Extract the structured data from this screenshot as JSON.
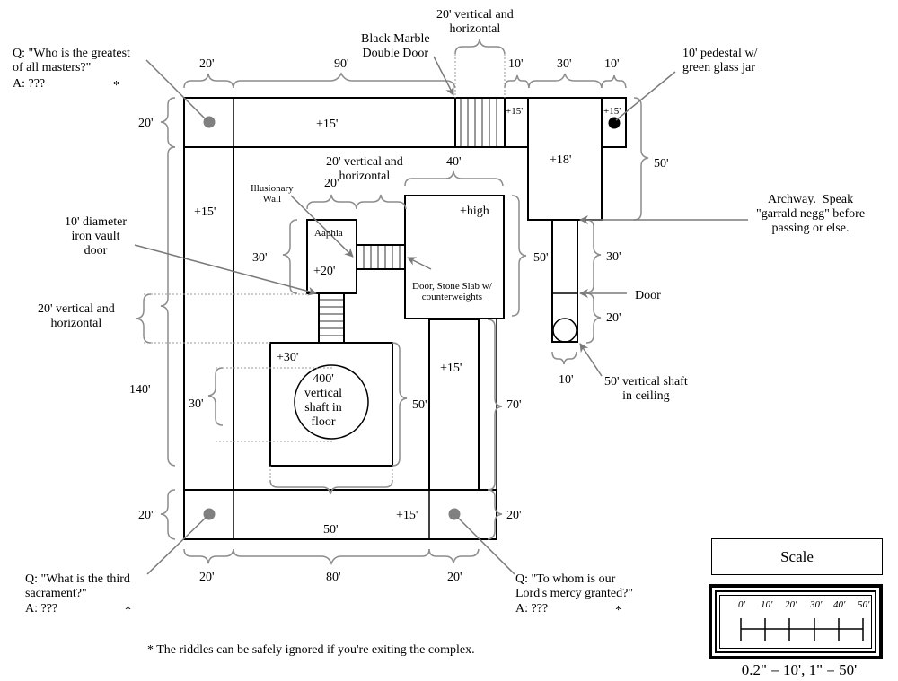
{
  "map": {
    "title": "Dungeon complex floor plan",
    "riddles": [
      {
        "question": "Q: \"Who is the greatest\nof all masters?\"",
        "answer": "A: ???",
        "mark": "*"
      },
      {
        "question": "Q: \"What is the third\nsacrament?\"",
        "answer": "A: ???",
        "mark": "*"
      },
      {
        "question": "Q: \"To whom is our\nLord's mercy granted?\"",
        "answer": "A: ???",
        "mark": "*"
      }
    ],
    "footnote": "* The riddles can be safely ignored if you're exiting the complex.",
    "callouts": {
      "black_marble_door": "Black Marble\nDouble Door",
      "top_vertical": "20' vertical and\nhorizontal",
      "pedestal": "10' pedestal w/\ngreen glass jar",
      "archway": "Archway.  Speak\n\"garrald negg\" before\npassing or else.",
      "mid_vertical": "20' vertical and\nhorizontal",
      "illusionary_wall": "Illusionary\nWall",
      "iron_vault_door": "10' diameter\niron vault\ndoor",
      "left_vertical": "20' vertical and\nhorizontal",
      "stone_slab": "Door, Stone Slab w/\ncounterweights",
      "door": "Door",
      "ceiling_shaft": "50' vertical shaft\nin ceiling",
      "floor_shaft": "400'\nvertical\nshaft in\nfloor"
    },
    "room_labels": {
      "top_corridor": "+15'",
      "left_corridor": "+15'",
      "small_top": "+15'",
      "pedestal_room": "+15'",
      "tall_room": "+18'",
      "high_room": "+high",
      "aaphia_name": "Aaphia",
      "aaphia_height": "+20'",
      "shaft_room": "+30'",
      "right_corridor": "+15'",
      "bottom_corridor": "+15'"
    },
    "dimensions": {
      "top_20": "20'",
      "top_90": "90'",
      "top_10": "10'",
      "top_30": "30'",
      "top_10b": "10'",
      "left_20_top": "20'",
      "left_140": "140'",
      "left_20_bottom": "20'",
      "right_50": "50'",
      "right_30": "30'",
      "right_20": "20'",
      "shaft_10": "10'",
      "mid_20": "20'",
      "mid_40": "40'",
      "aaphia_30": "30'",
      "high_50": "50'",
      "shaft_30": "30'",
      "shaft_50": "50'",
      "corr_70": "70'",
      "bottom_50": "50'",
      "br_20": "20'",
      "bot_20a": "20'",
      "bot_80": "80'",
      "bot_20b": "20'"
    }
  },
  "scale": {
    "title": "Scale",
    "ticks": [
      "0'",
      "10'",
      "20'",
      "30'",
      "40'",
      "50'"
    ],
    "caption": "0.2\" = 10',    1\" = 50'"
  },
  "colors": {
    "wall": "#000000",
    "brace": "#8c8c8c",
    "riddle_dot": "#808080"
  }
}
